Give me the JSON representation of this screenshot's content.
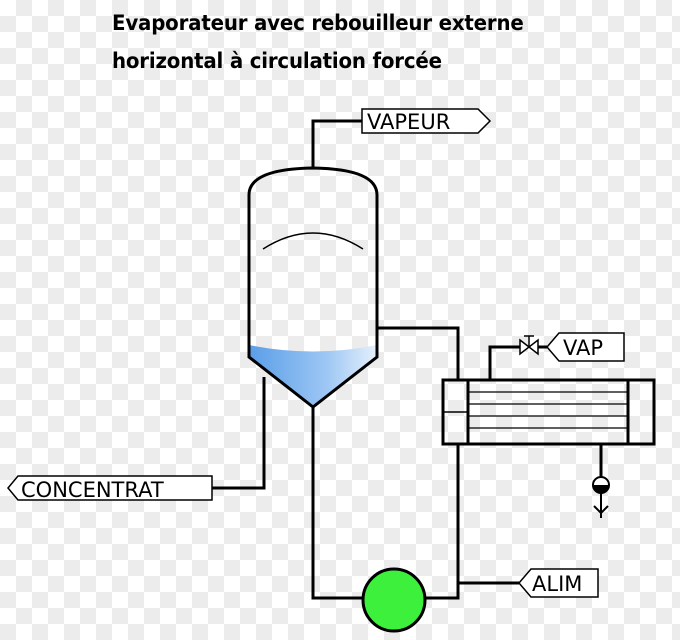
{
  "title": {
    "line1": "Evaporateur avec rebouilleur externe",
    "line2": "horizontal à circulation forcée"
  },
  "labels": {
    "vapeur": "VAPEUR",
    "vap": "VAP",
    "concentrat": "CONCENTRAT",
    "alim": "ALIM"
  },
  "colors": {
    "pump": "#3cf03c",
    "liquid": "#6aa8ee",
    "line": "#000000"
  }
}
